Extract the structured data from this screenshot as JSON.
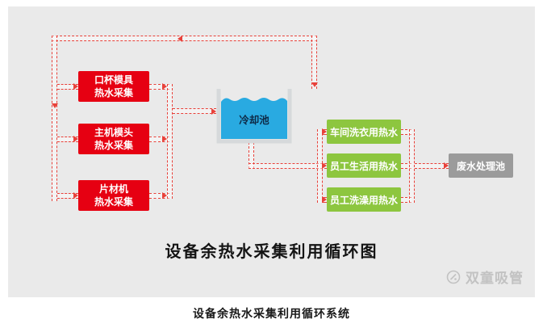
{
  "diagram": {
    "title": "设备余热水采集利用循环图",
    "sources": [
      {
        "line1": "口杯模具",
        "line2": "热水采集"
      },
      {
        "line1": "主机模头",
        "line2": "热水采集"
      },
      {
        "line1": "片材机",
        "line2": "热水采集"
      }
    ],
    "pool": {
      "label": "冷却池"
    },
    "uses": [
      {
        "label": "车间洗衣用热水"
      },
      {
        "label": "员工生活用热水"
      },
      {
        "label": "员工洗澡用热水"
      }
    ],
    "waste": {
      "label": "废水处理池"
    },
    "watermark": {
      "brand": "双童吸管"
    }
  },
  "caption": "设备余热水采集利用循环系统",
  "colors": {
    "source-color": "#e60012",
    "use-color": "#8dc63f",
    "waste-color": "#9b9b9b",
    "water-color": "#29aae1",
    "pipe-color": "#e8413a",
    "panel-bg": "#eaeaea"
  }
}
